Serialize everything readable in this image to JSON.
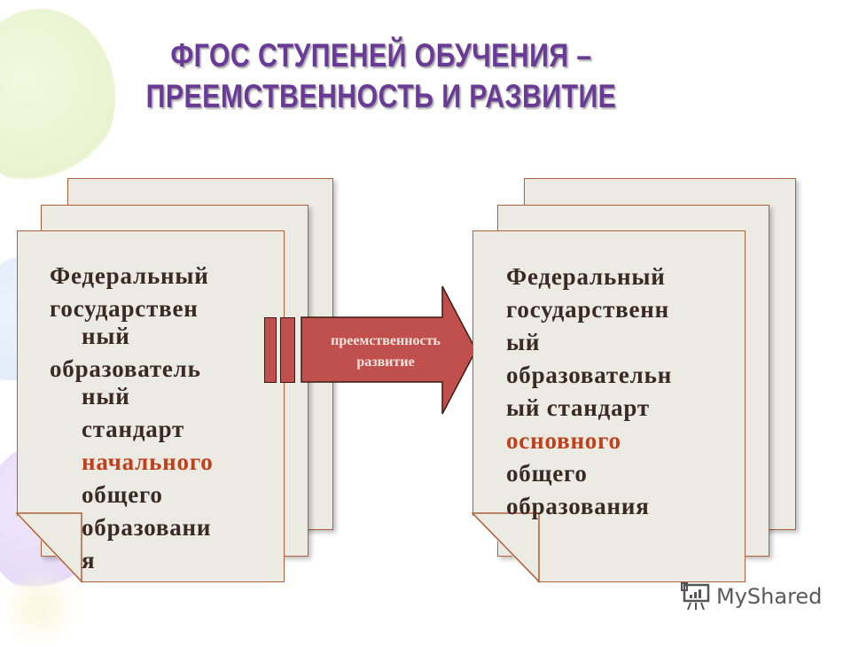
{
  "title": {
    "line1": "ФГОС СТУПЕНЕЙ ОБУЧЕНИЯ –",
    "line2": "ПРЕЕМСТВЕННОСТЬ И РАЗВИТИЕ"
  },
  "left_document": {
    "lines": [
      "Федеральный",
      "государствен",
      "ный",
      "образователь",
      "ный",
      "стандарт"
    ],
    "highlight": "начального",
    "tail": [
      "общего",
      "образовани",
      "я"
    ]
  },
  "arrow": {
    "line1": "преемственность",
    "line2": "развитие"
  },
  "right_document": {
    "lines": [
      "Федеральный",
      "государственн",
      "ый",
      "образовательн",
      "ый стандарт"
    ],
    "highlight": "основного",
    "tail": [
      "общего",
      "образования"
    ]
  },
  "watermark": {
    "icon": "presentation-board-icon",
    "label": "MyShared"
  },
  "colors": {
    "title": "#6a3b96",
    "sheet_fill": "#ecebe3",
    "sheet_border": "#b0603a",
    "text": "#3b2a24",
    "highlight": "#c0401b",
    "arrow": "#c0504d"
  }
}
